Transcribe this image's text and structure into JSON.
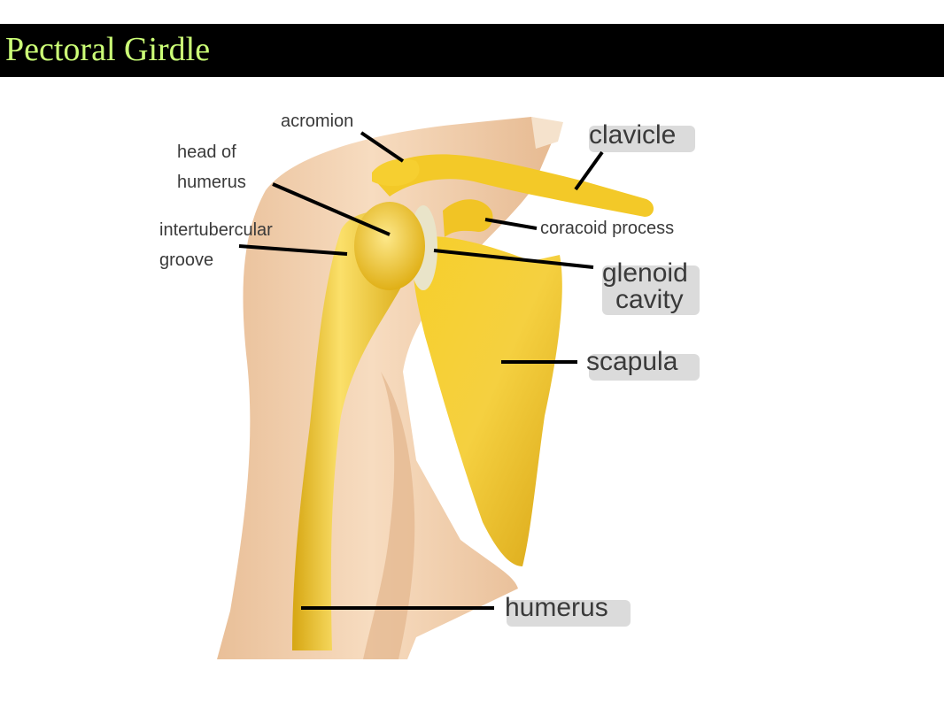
{
  "slide": {
    "title": "Pectoral Girdle",
    "title_color": "#ccff77",
    "title_bar_color": "#000000"
  },
  "diagram": {
    "labels": {
      "acromion": "acromion",
      "head_of_humerus_line1": "head of",
      "head_of_humerus_line2": "humerus",
      "intertubercular_line1": "intertubercular",
      "intertubercular_line2": "groove",
      "clavicle": "clavicle",
      "coracoid_process": "coracoid process",
      "glenoid_line1": "glenoid",
      "glenoid_line2": "cavity",
      "scapula": "scapula",
      "humerus": "humerus"
    },
    "colors": {
      "bone": "#f2c21a",
      "bone_light": "#fbe27a",
      "bone_dark": "#c99a10",
      "skin": "#f3d3b0",
      "skin_dark": "#e2b088",
      "cartilage": "#e8e2c8",
      "leader_line": "#000000"
    }
  }
}
